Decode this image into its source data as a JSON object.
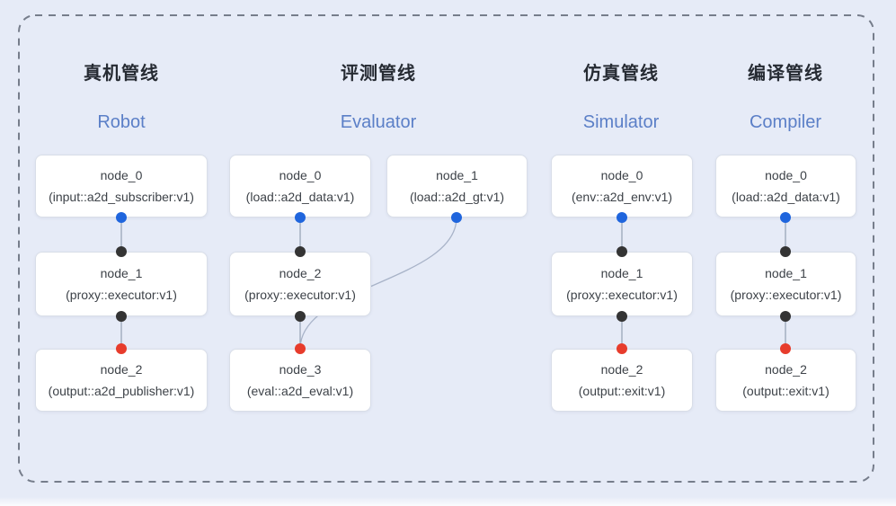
{
  "colors": {
    "background": "#e6ebf7",
    "border_dash": "#767d8b",
    "box_bg": "#ffffff",
    "box_border": "#d9dee8",
    "box_text": "#3d4248",
    "title_zh": "#262b33",
    "title_en": "#5b7fc7",
    "edge": "#9aa5b8",
    "edge_curve": "#a8b3c8",
    "port_blue": "#1f65dd",
    "port_dark": "#343434",
    "port_red": "#e73c2c"
  },
  "pipelines": [
    {
      "key": "robot",
      "title_zh": "真机管线",
      "title_en": "Robot",
      "nodes": [
        {
          "name": "node_0",
          "type": "(input::a2d_subscriber:v1)"
        },
        {
          "name": "node_1",
          "type": "(proxy::executor:v1)"
        },
        {
          "name": "node_2",
          "type": "(output::a2d_publisher:v1)"
        }
      ]
    },
    {
      "key": "evaluator",
      "title_zh": "评测管线",
      "title_en": "Evaluator",
      "nodes": [
        {
          "name": "node_0",
          "type": "(load::a2d_data:v1)"
        },
        {
          "name": "node_1",
          "type": "(load::a2d_gt:v1)"
        },
        {
          "name": "node_2",
          "type": "(proxy::executor:v1)"
        },
        {
          "name": "node_3",
          "type": "(eval::a2d_eval:v1)"
        }
      ]
    },
    {
      "key": "simulator",
      "title_zh": "仿真管线",
      "title_en": "Simulator",
      "nodes": [
        {
          "name": "node_0",
          "type": "(env::a2d_env:v1)"
        },
        {
          "name": "node_1",
          "type": "(proxy::executor:v1)"
        },
        {
          "name": "node_2",
          "type": "(output::exit:v1)"
        }
      ]
    },
    {
      "key": "compiler",
      "title_zh": "编译管线",
      "title_en": "Compiler",
      "nodes": [
        {
          "name": "node_0",
          "type": "(load::a2d_data:v1)"
        },
        {
          "name": "node_1",
          "type": "(proxy::executor:v1)"
        },
        {
          "name": "node_2",
          "type": "(output::exit:v1)"
        }
      ]
    }
  ]
}
